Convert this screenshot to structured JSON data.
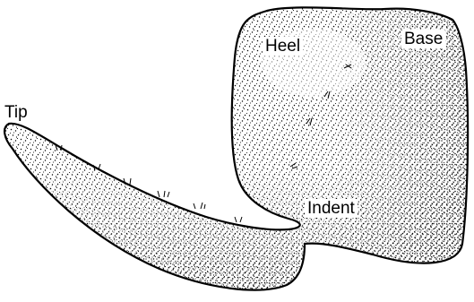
{
  "labels": {
    "tip": "Tip",
    "heel": "Heel",
    "base": "Base",
    "indent": "Indent"
  },
  "colors": {
    "ink": "#000000",
    "paper": "#ffffff"
  }
}
